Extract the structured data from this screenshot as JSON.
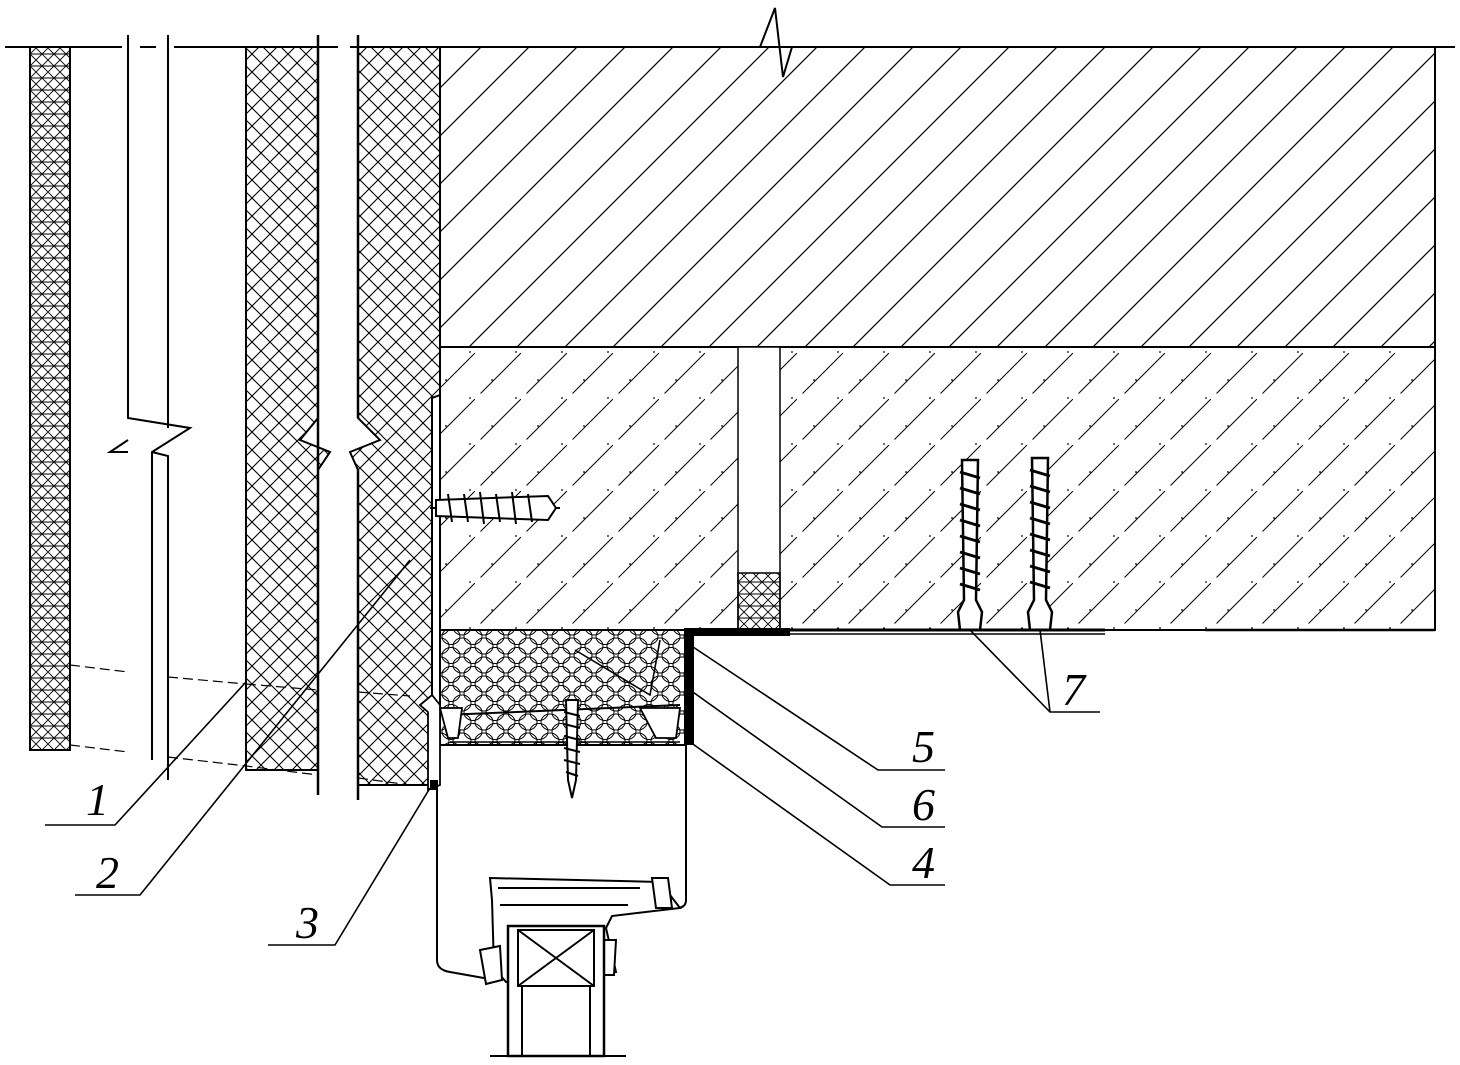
{
  "diagram": {
    "callouts": [
      {
        "id": "1",
        "text": "1"
      },
      {
        "id": "2",
        "text": "2"
      },
      {
        "id": "3",
        "text": "3"
      },
      {
        "id": "4",
        "text": "4"
      },
      {
        "id": "5",
        "text": "5"
      },
      {
        "id": "6",
        "text": "6"
      },
      {
        "id": "7",
        "text": "7"
      }
    ],
    "colors": {
      "line": "#000000",
      "background": "#ffffff"
    }
  }
}
